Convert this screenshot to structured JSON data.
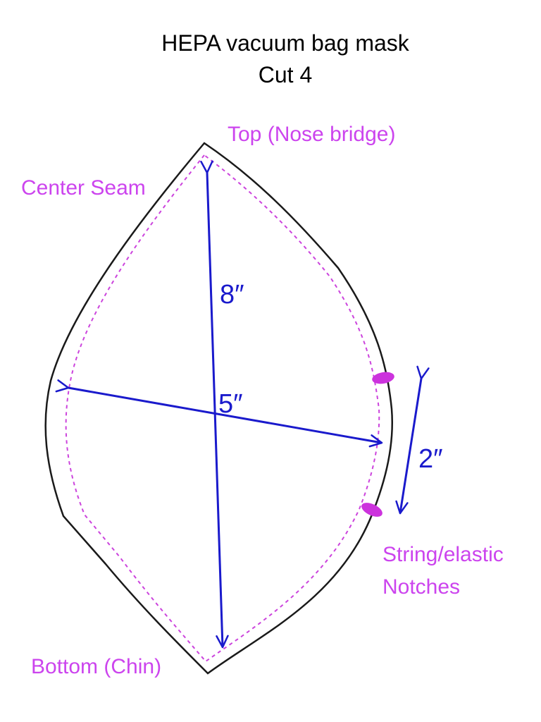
{
  "title": {
    "line1": "HEPA vacuum bag mask",
    "line2": "Cut 4"
  },
  "labels": {
    "top": "Top (Nose bridge)",
    "center_seam": "Center Seam",
    "bottom": "Bottom (Chin)",
    "notches_line1": "String/elastic",
    "notches_line2": "Notches"
  },
  "measurements": {
    "height": "8″",
    "width": "5″",
    "notch_spacing": "2″"
  },
  "colors": {
    "outline": "#1a1a1a",
    "seam_allowance": "#cc44dd",
    "label": "#cc44ee",
    "measure": "#1a1acc",
    "notch": "#cc33dd"
  }
}
